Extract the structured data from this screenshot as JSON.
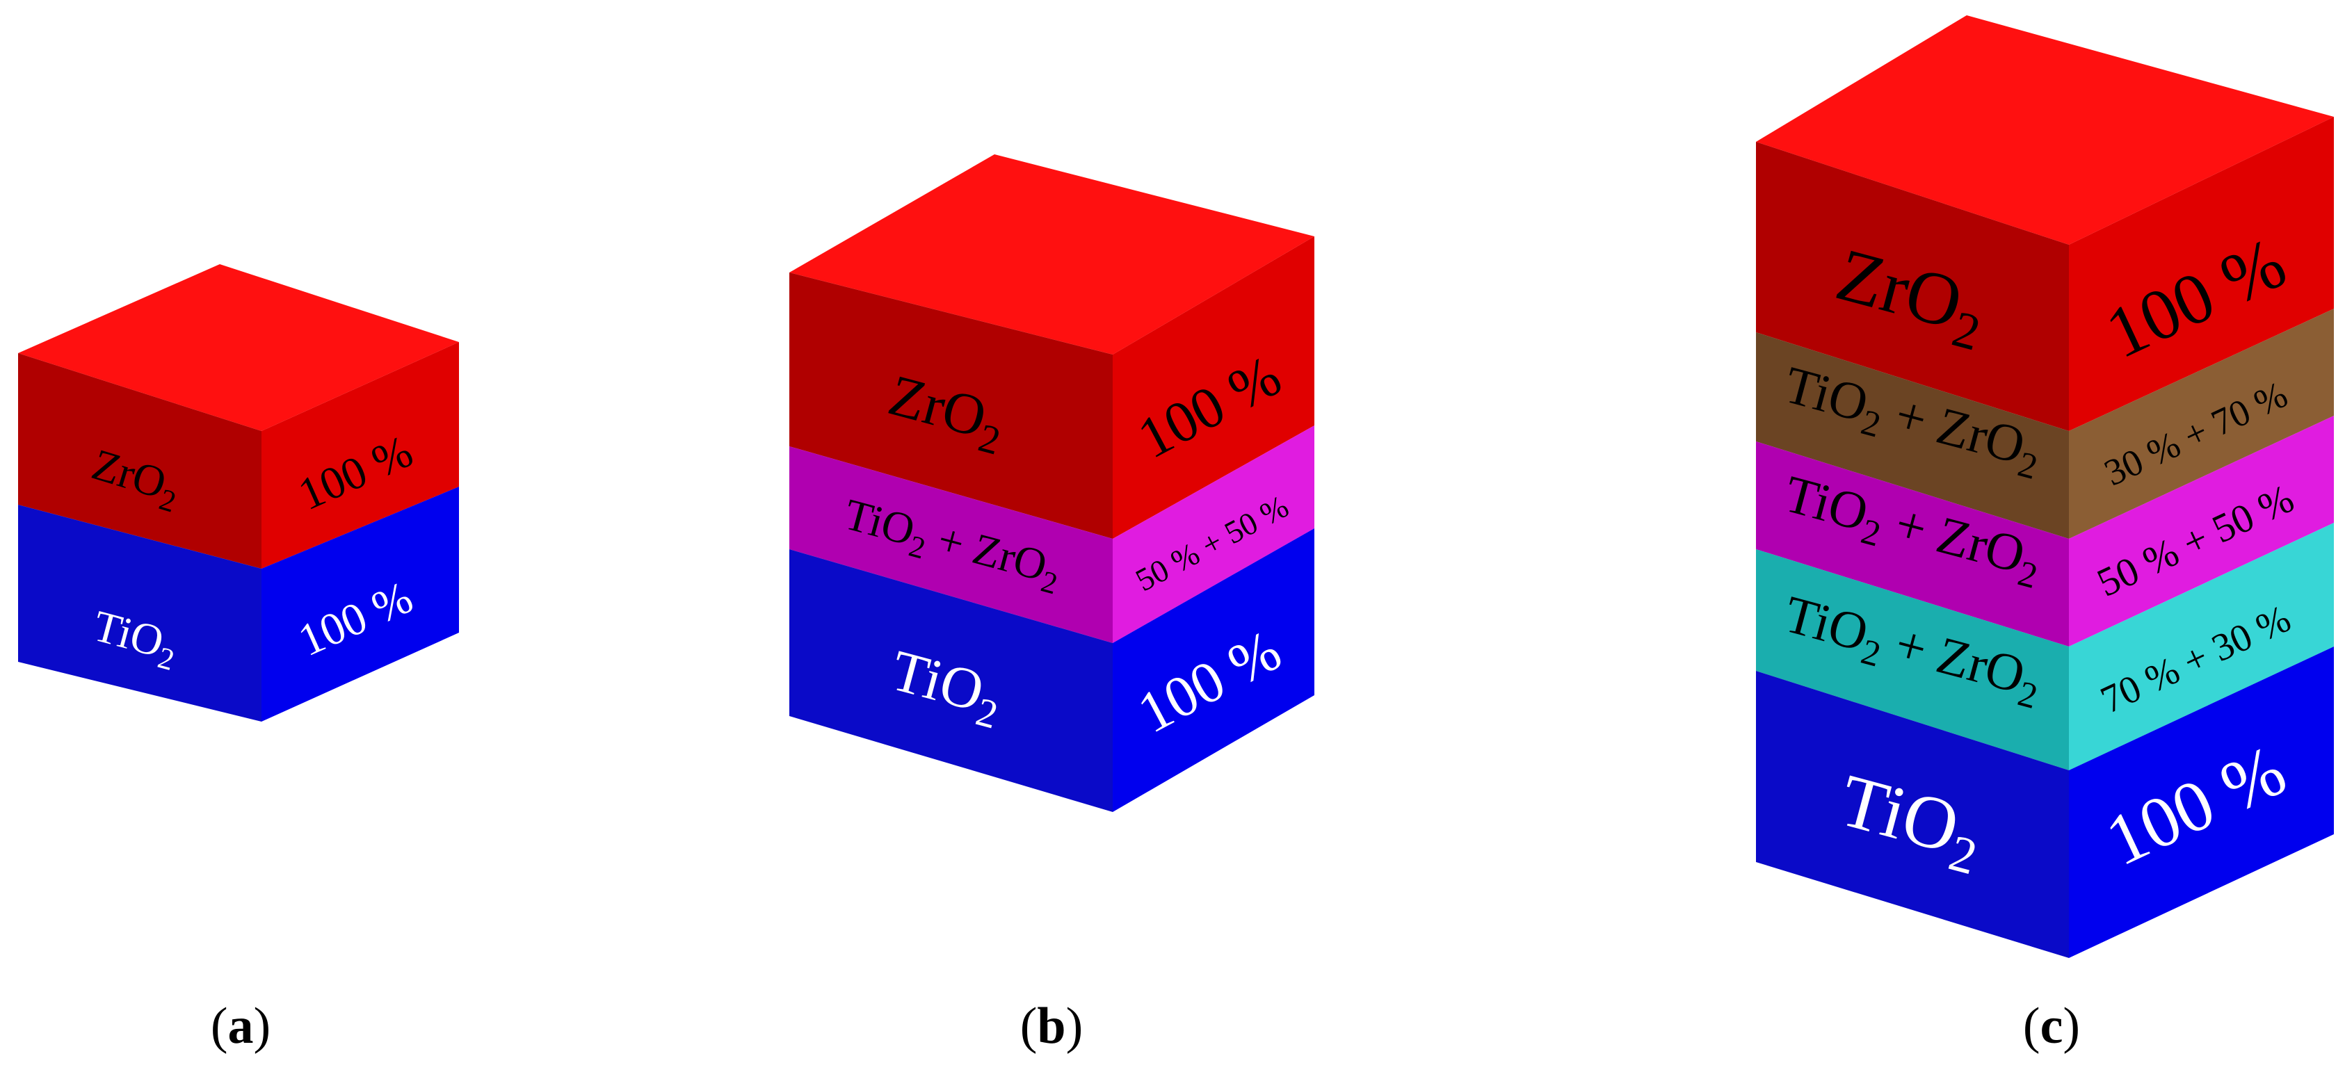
{
  "colors": {
    "red_top": "#FF1010",
    "red_left": "#B00000",
    "red_right": "#E00000",
    "blue_left": "#0A0AC8",
    "blue_right": "#0000EE",
    "magenta_left": "#B000B0",
    "magenta_right": "#E01CE0",
    "brown_left": "#6B4423",
    "brown_right": "#8B5E34",
    "cyan_left": "#1AAEAE",
    "cyan_right": "#38D6D6",
    "label_dark": "#000000",
    "label_light": "#ffffff"
  },
  "panels": [
    {
      "caption": "a",
      "layers": [
        {
          "material": "TiO",
          "sub": "2",
          "composition": "100 %",
          "color": "blue"
        },
        {
          "material": "ZrO",
          "sub": "2",
          "composition": "100 %",
          "color": "red"
        }
      ]
    },
    {
      "caption": "b",
      "layers": [
        {
          "material": "TiO",
          "sub": "2",
          "composition": "100 %",
          "color": "blue"
        },
        {
          "material_a": "TiO",
          "sub_a": "2",
          "plus": "+",
          "material_b": "ZrO",
          "sub_b": "2",
          "composition": "50 % + 50 %",
          "color": "magenta"
        },
        {
          "material": "ZrO",
          "sub": "2",
          "composition": "100 %",
          "color": "red"
        }
      ]
    },
    {
      "caption": "c",
      "layers": [
        {
          "material": "TiO",
          "sub": "2",
          "composition": "100 %",
          "color": "blue"
        },
        {
          "material_a": "TiO",
          "sub_a": "2",
          "plus": "+",
          "material_b": "ZrO",
          "sub_b": "2",
          "composition": "70 % + 30 %",
          "color": "cyan"
        },
        {
          "material_a": "TiO",
          "sub_a": "2",
          "plus": "+",
          "material_b": "ZrO",
          "sub_b": "2",
          "composition": "50 % + 50 %",
          "color": "magenta"
        },
        {
          "material_a": "TiO",
          "sub_a": "2",
          "plus": "+",
          "material_b": "ZrO",
          "sub_b": "2",
          "composition": "30 % + 70 %",
          "color": "brown"
        },
        {
          "material": "ZrO",
          "sub": "2",
          "composition": "100 %",
          "color": "red"
        }
      ]
    }
  ]
}
